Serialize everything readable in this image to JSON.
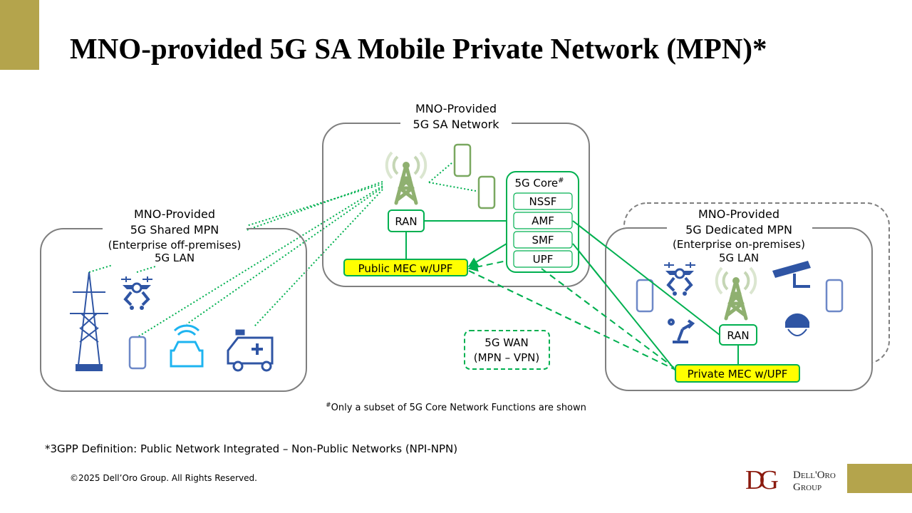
{
  "title": "MNO-provided 5G SA Mobile Private Network (MPN)*",
  "sa_network": {
    "line1": "MNO-Provided",
    "line2": "5G SA Network",
    "ran": "RAN",
    "public_mec": "Public MEC w/UPF",
    "core": {
      "title": "5G Core",
      "title_mark": "#",
      "functions": [
        "NSSF",
        "AMF",
        "SMF",
        "UPF"
      ]
    }
  },
  "shared_mpn": {
    "line1": "MNO-Provided",
    "line2": "5G Shared MPN",
    "line3": "(Enterprise off-premises)",
    "line4": "5G LAN"
  },
  "dedicated_mpn": {
    "line1": "MNO-Provided",
    "line2": "5G Dedicated MPN",
    "line3": "(Enterprise on-premises)",
    "line4": "5G LAN",
    "ran": "RAN",
    "private_mec": "Private MEC w/UPF"
  },
  "wan": {
    "line1": "5G WAN",
    "line2": "(MPN – VPN)"
  },
  "core_footnote": {
    "mark": "#",
    "text": "Only a subset of 5G Core Network Functions are shown"
  },
  "definition": "*3GPP Definition: Public Network Integrated – Non-Public Networks (NPI-NPN)",
  "copyright": "©2025 Dell’Oro Group. All Rights Reserved.",
  "logo": {
    "mark": "DG",
    "line1": "Dell'Oro",
    "line2": "Group"
  },
  "colors": {
    "gold": "#b4a44c",
    "green": "#00b050",
    "yellow": "#ffff00",
    "tower": "#8fb070",
    "device_blue": "#2f55a4",
    "car_cyan": "#1eb4f0",
    "logo_red": "#8b1a0e"
  }
}
